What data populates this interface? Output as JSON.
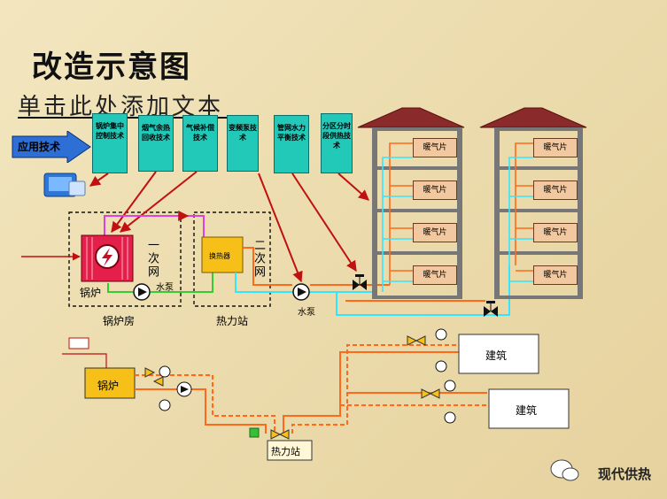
{
  "title": "改造示意图",
  "subtitle": "单击此处添加文本",
  "apply_tech": "应用技术",
  "tech_boxes": [
    "锅炉集中控制技术",
    "烟气余热回收技术",
    "气候补偿技术",
    "变频泵技术",
    "管网水力平衡技术",
    "分区分时段供热技术"
  ],
  "labels": {
    "boiler": "锅炉",
    "boiler_room": "锅炉房",
    "primary_net": "一次网",
    "pump_label": "水泵",
    "heat_exchanger": "换热器",
    "secondary_net": "二次网",
    "station": "热力站",
    "water_pump": "水泵"
  },
  "radiator_label": "暖气片",
  "lower": {
    "boiler": "锅炉",
    "station": "热力站",
    "building": "建筑"
  },
  "watermark": "现代供热",
  "colors": {
    "teal": "#22c8b8",
    "pipe_orange": "#ff6a1a",
    "pipe_cyan": "#33e6ff",
    "pipe_magenta": "#e040e0",
    "pipe_green": "#33cc33",
    "roof": "#8b2a2a"
  }
}
